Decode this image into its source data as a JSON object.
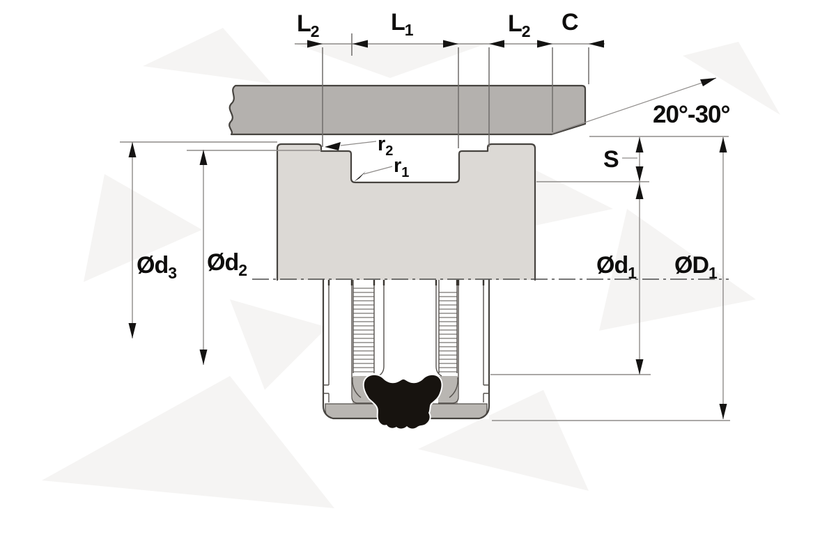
{
  "labels": {
    "l2_left": {
      "main": "L",
      "sub": "2"
    },
    "l1": {
      "main": "L",
      "sub": "1"
    },
    "l2_right": {
      "main": "L",
      "sub": "2"
    },
    "c": {
      "main": "C"
    },
    "angle": "20°-30°",
    "s": "S",
    "r2": {
      "main": "r",
      "sub": "2"
    },
    "r1": {
      "main": "r",
      "sub": "1"
    },
    "d3": {
      "main": "Ød",
      "sub": "3"
    },
    "d2": {
      "main": "Ød",
      "sub": "2"
    },
    "d1": {
      "main": "Ød",
      "sub": "1"
    },
    "D1": {
      "main": "ØD",
      "sub": "1"
    }
  },
  "colors": {
    "tube_fill": "#b4b1ae",
    "piston_fill": "#dcd9d5",
    "detail_gray": "#b9b6b2",
    "seal_black": "#17130f",
    "outline": "#46433f",
    "dim_line": "#8e8b89",
    "text": "#0e0d0c",
    "background": "#ffffff",
    "watermark": "#efeeec"
  }
}
